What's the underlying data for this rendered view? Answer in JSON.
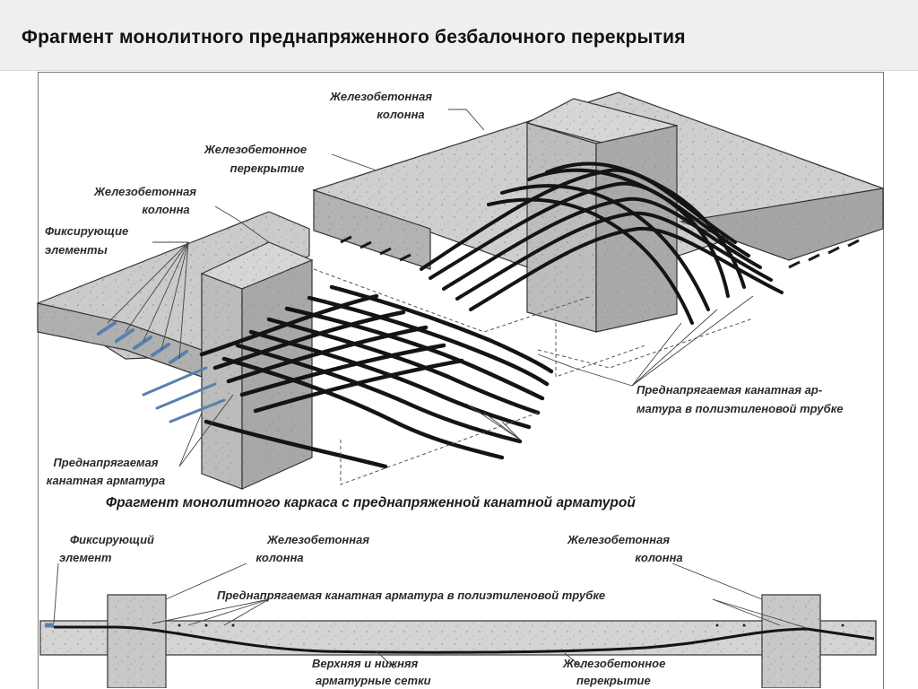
{
  "title": "Фрагмент монолитного преднапряженного безбалочного перекрытия",
  "labels": {
    "column_top_1": "Железобетонная",
    "column_top_2": "колонна",
    "slab_top_1": "Железобетонное",
    "slab_top_2": "перекрытие",
    "column_left_1": "Железобетонная",
    "column_left_2": "колонна",
    "fixing_1": "Фиксирующие",
    "fixing_2": "элементы",
    "tendon_right_1": "Преднапрягаемая канатная ар-",
    "tendon_right_2": "матура в полиэтиленовой трубке",
    "tendon_left_1": "Преднапрягаемая",
    "tendon_left_2": "канатная арматура"
  },
  "caption": "Фрагмент монолитного каркаса с преднапряженной канатной арматурой",
  "section_labels": {
    "fixing_1": "Фиксирующий",
    "fixing_2": "элемент",
    "column_left_1": "Железобетонная",
    "column_left_2": "колонна",
    "column_right_1": "Железобетонная",
    "column_right_2": "колонна",
    "tendon": "Преднапрягаемая канатная арматура в полиэтиленовой трубке",
    "mesh_1": "Верхняя и нижняя",
    "mesh_2": "арматурные сетки",
    "slab_1": "Железобетонное",
    "slab_2": "перекрытие"
  },
  "colors": {
    "concrete_top": "#c9c9c9",
    "concrete_side": "#a8a8a8",
    "tendon": "#141414",
    "anchor": "#5a7fae"
  }
}
